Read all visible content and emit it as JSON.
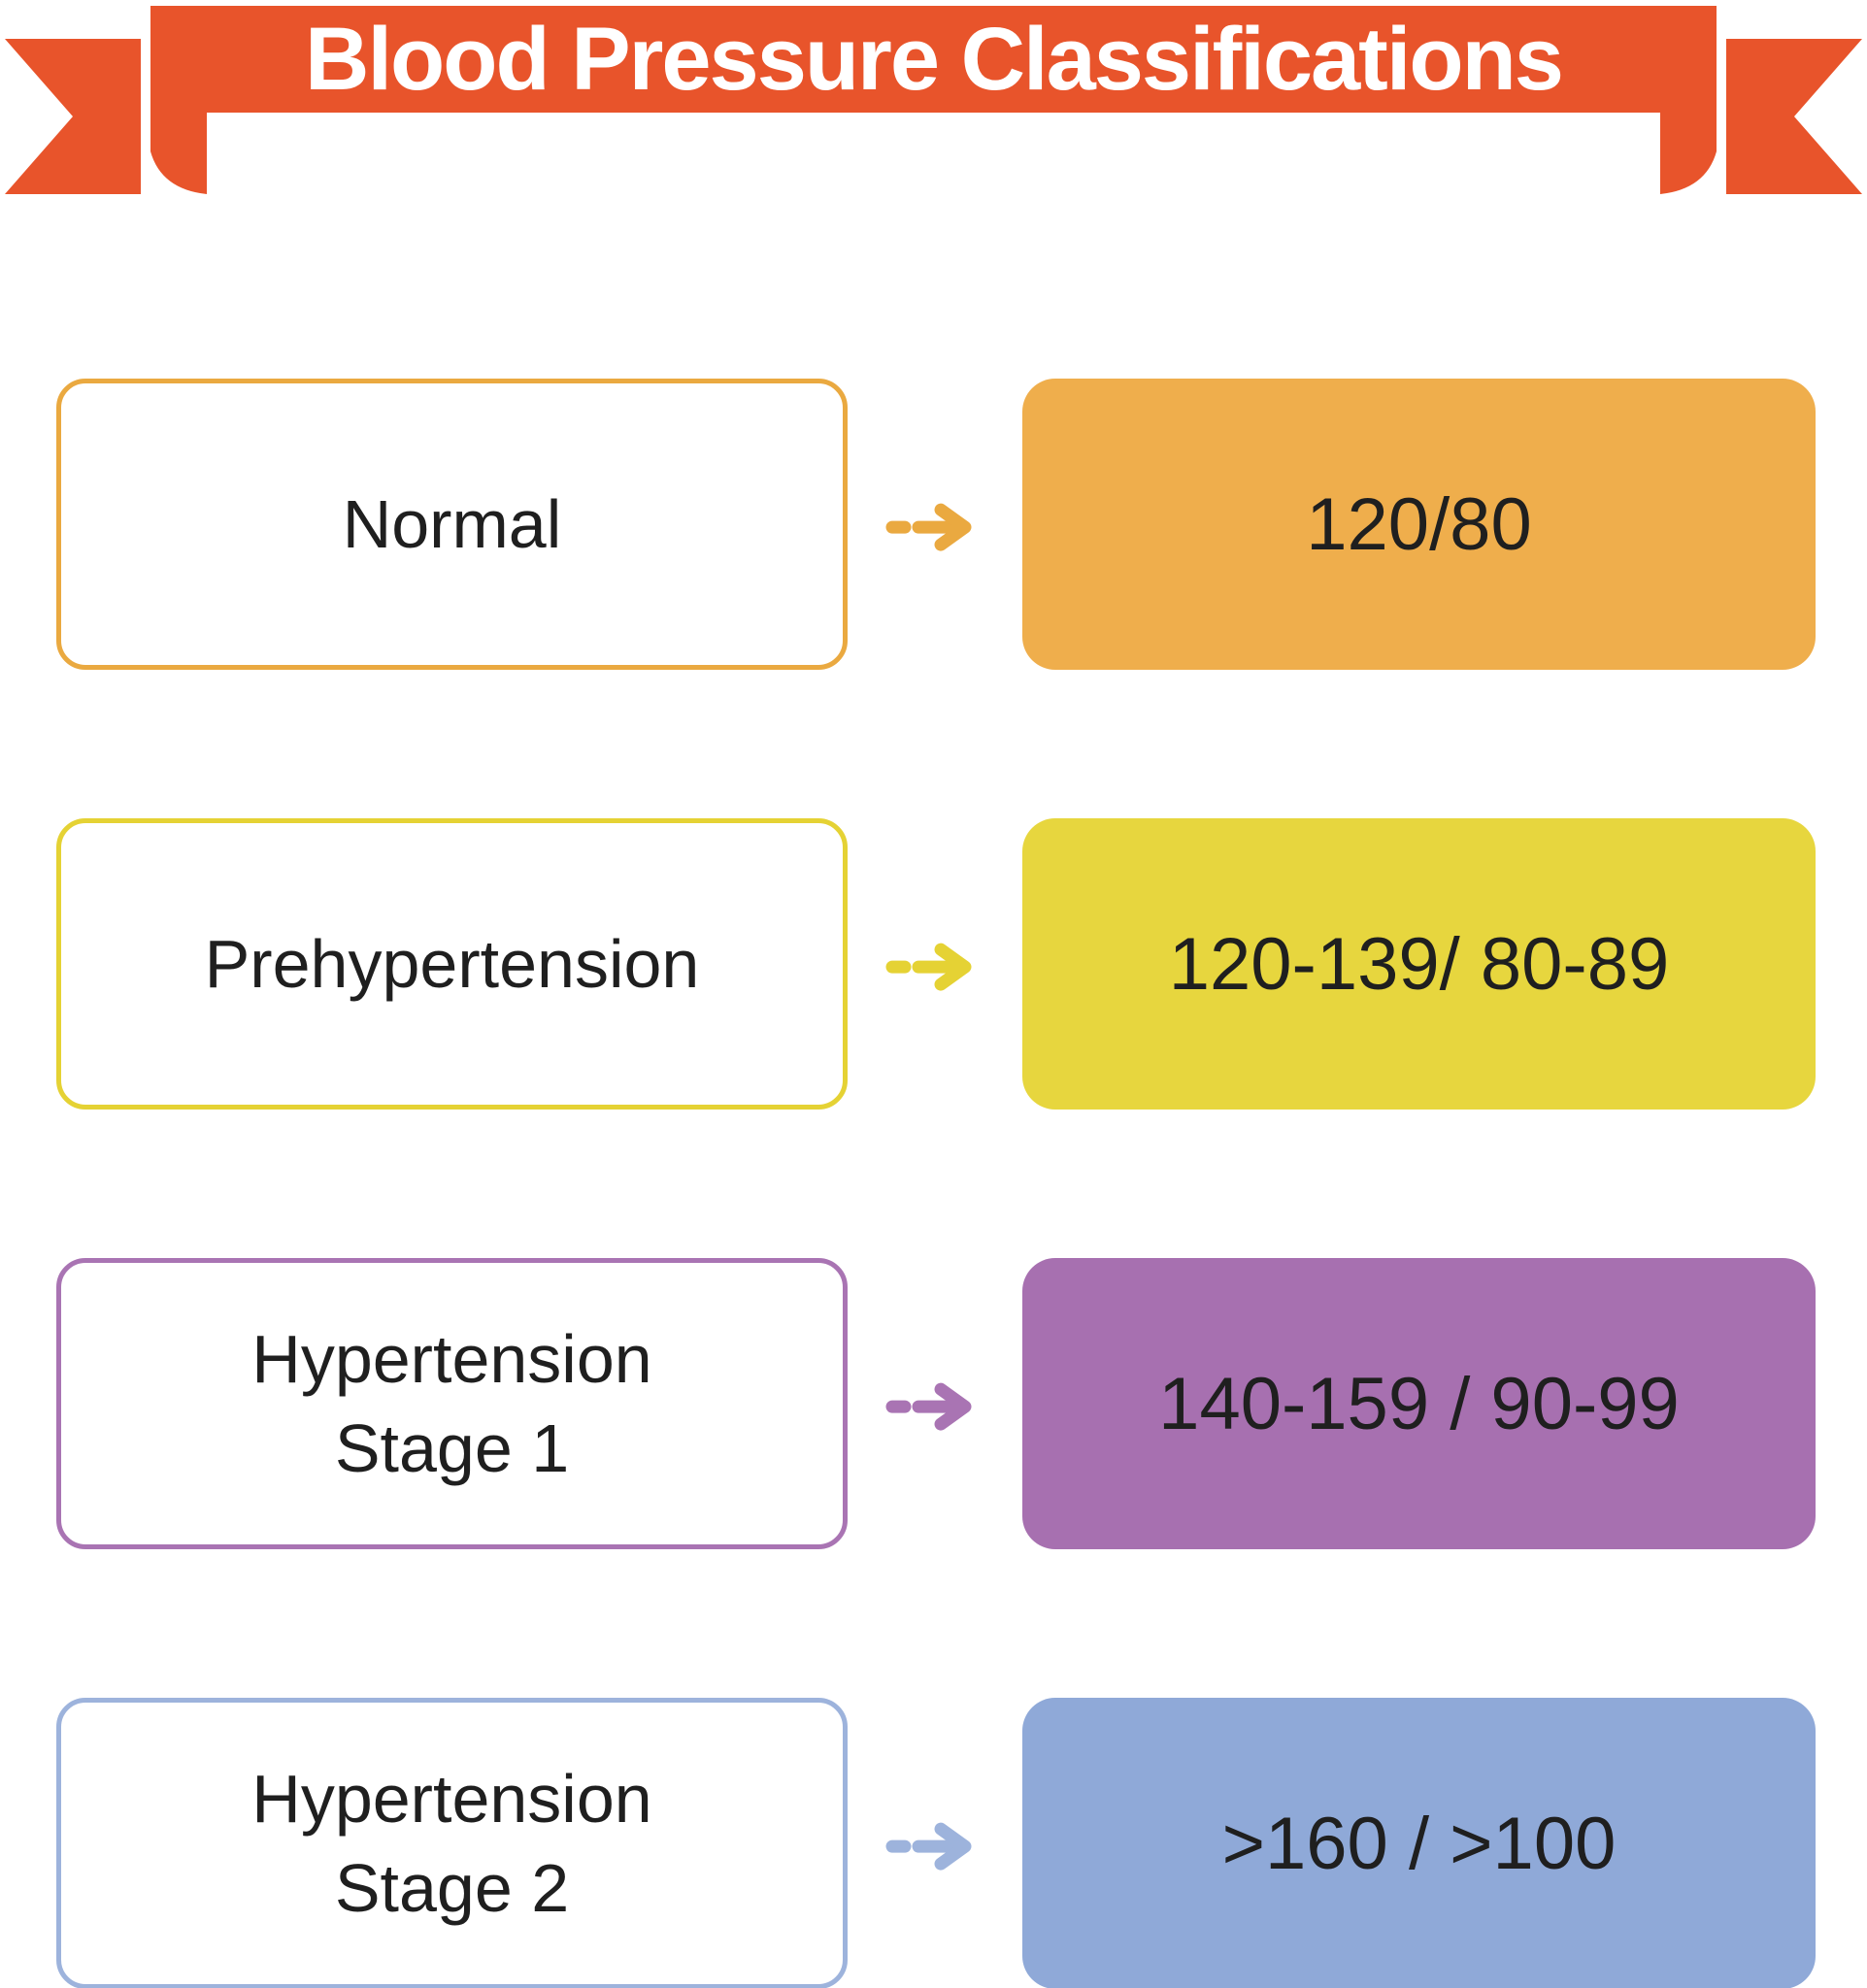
{
  "title": "Blood Pressure Classifications",
  "colors": {
    "ribbon": "#E8542B",
    "text": "#1F1F1F",
    "background": "#FFFFFF"
  },
  "rows": [
    {
      "label": "Normal",
      "label_line1": "Normal",
      "value": "120/80",
      "accent": "#EAA940",
      "fill": "#EFAE4C"
    },
    {
      "label": "Prehypertension",
      "label_line1": "Prehypertension",
      "value": "120-139/ 80-89",
      "accent": "#E5D234",
      "fill": "#E7D63E"
    },
    {
      "label": "Hypertension Stage 1",
      "label_line1": "Hypertension",
      "label_line2": "Stage 1",
      "value": "140-159 / 90-99",
      "accent": "#A974B3",
      "fill": "#A770B0"
    },
    {
      "label": "Hypertension Stage 2",
      "label_line1": "Hypertension",
      "label_line2": "Stage 2",
      "value": ">160 / >100",
      "accent": "#9DB3DC",
      "fill": "#8FA9D8"
    }
  ]
}
